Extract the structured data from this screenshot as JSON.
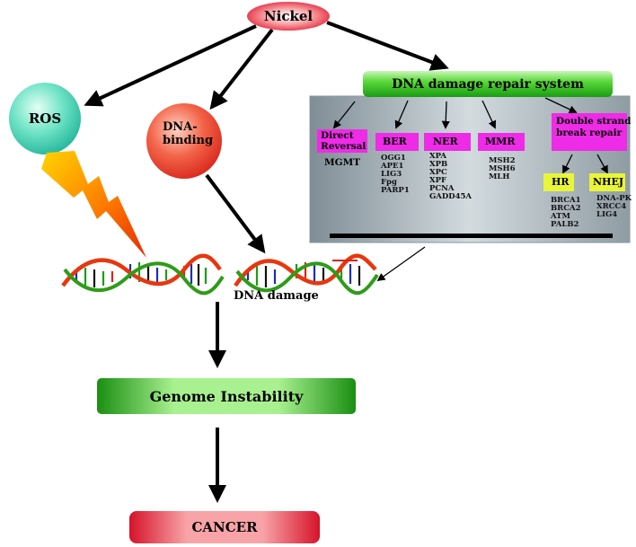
{
  "diagram": {
    "nickel": "Nickel",
    "ros": "ROS",
    "dna_binding_line1": "DNA-",
    "dna_binding_line2": "binding",
    "repair_system_title": "DNA damage repair system",
    "pathways": {
      "direct_reversal_line1": "Direct",
      "direct_reversal_line2": "Reversal",
      "ber": "BER",
      "ner": "NER",
      "mmr": "MMR",
      "dsb_line1": "Double strand",
      "dsb_line2": "break repair",
      "hr": "HR",
      "nhej": "NHEJ"
    },
    "genes": {
      "direct_reversal": [
        "MGMT"
      ],
      "ber": [
        "OGG1",
        "APE1",
        "LIG3",
        "Fpg",
        "PARP1"
      ],
      "ner": [
        "XPA",
        "XPB",
        "XPC",
        "XPF",
        "PCNA",
        "GADD45A"
      ],
      "mmr": [
        "MSH2",
        "MSH6",
        "MLH"
      ],
      "hr": [
        "BRCA1",
        "BRCA2",
        "ATM",
        "PALB2"
      ],
      "nhej": [
        "DNA-PK",
        "XRCC4",
        "LIG4"
      ]
    },
    "dna_damage": "DNA damage",
    "genome_instability": "Genome Instability",
    "cancer": "CANCER"
  }
}
